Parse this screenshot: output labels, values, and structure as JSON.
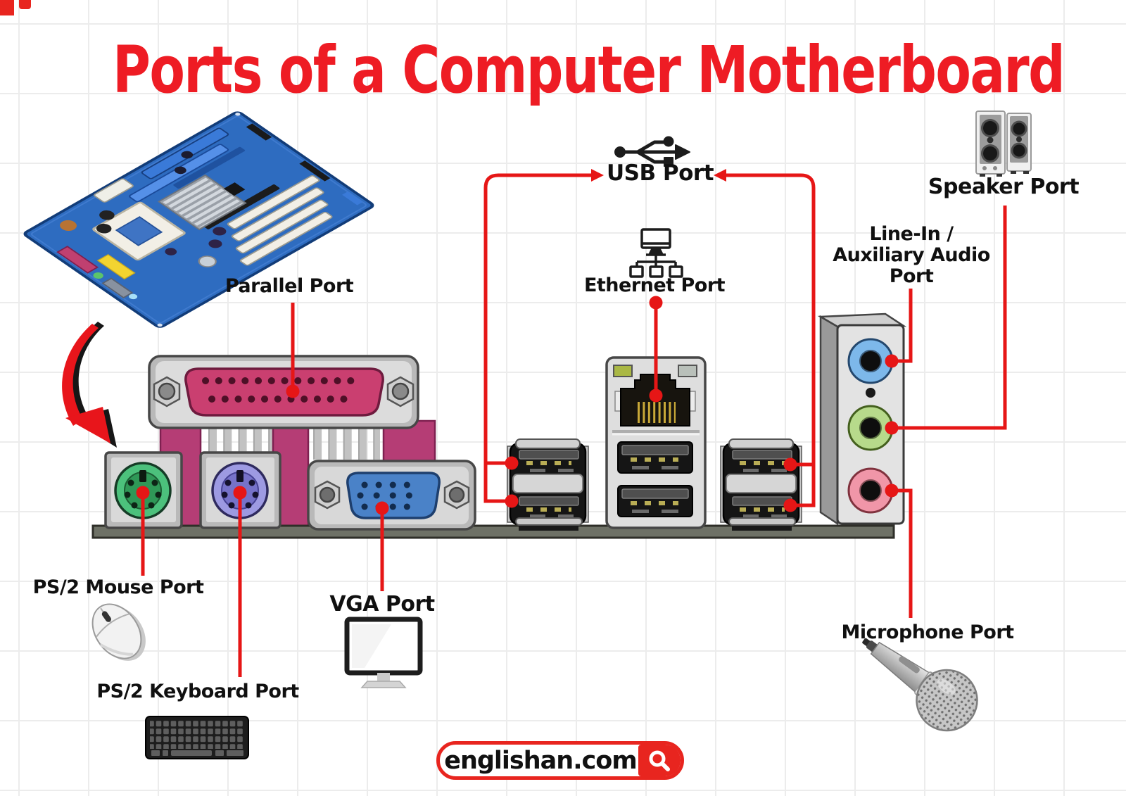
{
  "title": "Ports of a Computer Motherboard",
  "labels": {
    "usb": "USB Port",
    "ethernet": "Ethernet Port",
    "parallel": "Parallel Port",
    "speaker": "Speaker Port",
    "line_in_1": "Line-In /",
    "line_in_2": "Auxiliary Audio",
    "line_in_3": "Port",
    "ps2_mouse": "PS/2 Mouse Port",
    "ps2_keyboard": "PS/2 Keyboard Port",
    "vga": "VGA Port",
    "microphone": "Microphone Port"
  },
  "footer": {
    "site": "englishan.com"
  },
  "icons": {
    "usb": "usb-trident-icon",
    "ethernet": "network-nodes-icon",
    "speaker": "speakers-icon",
    "mouse": "mouse-icon",
    "keyboard": "keyboard-icon",
    "vga": "monitor-icon",
    "microphone": "microphone-icon",
    "footer_search": "magnifier-icon"
  },
  "colors": {
    "title_red": "#ee1c24",
    "line_red": "#e61616",
    "parallel_pink": "#ca3f70",
    "ps2_mouse_green": "#4cc17c",
    "ps2_keyboard_purple": "#9d9ae2",
    "vga_blue": "#4a82c8",
    "audio_line_in_blue": "#7db8ea",
    "audio_speaker_green": "#b7da8b",
    "audio_mic_pink": "#f096a8",
    "panel_bar_gray": "#6e7166"
  }
}
